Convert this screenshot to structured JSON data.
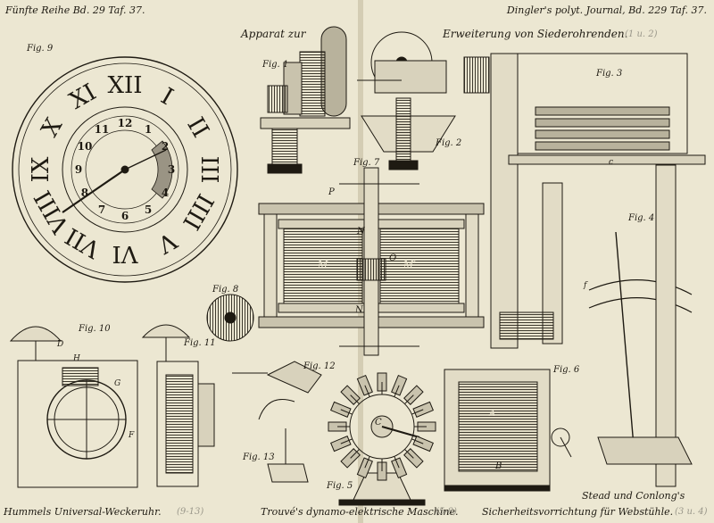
{
  "header": {
    "left": "Fünfte Reihe Bd. 29 Taf. 37.",
    "right": "Dingler's polyt. Journal, Bd. 229 Taf. 37."
  },
  "title": {
    "part1": "Apparat zur",
    "part2": "Erweiterung von Siederohrenden.",
    "pencil": "(1 u. 2)"
  },
  "figures": {
    "fig1": "Fig. 1",
    "fig2": "Fig. 2",
    "fig3": "Fig. 3",
    "fig4": "Fig. 4",
    "fig5": "Fig. 5",
    "fig6": "Fig. 6",
    "fig7": "Fig. 7",
    "fig8": "Fig. 8",
    "fig9": "Fig. 9",
    "fig10": "Fig. 10",
    "fig11": "Fig. 11",
    "fig12": "Fig. 12",
    "fig13": "Fig. 13"
  },
  "dial": {
    "roman": [
      "XII",
      "I",
      "II",
      "III",
      "IIII",
      "V",
      "VI",
      "VII",
      "VIII",
      "IX",
      "X",
      "XI"
    ],
    "inner": [
      "1",
      "2",
      "3",
      "4",
      "5",
      "6",
      "7",
      "8",
      "9",
      "10",
      "11",
      "12"
    ]
  },
  "labels": {
    "M": "M",
    "M2": "M'",
    "N": "N",
    "N2": "N'",
    "P": "P",
    "O": "O",
    "A": "A",
    "B": "B",
    "C": "C",
    "D": "D",
    "F": "F",
    "G": "G",
    "H": "H",
    "c": "c",
    "f": "f"
  },
  "captions": {
    "left": "Hummels Universal-Weckeruhr.",
    "left_pencil": "(9-13)",
    "middle": "Trouvé's dynamo-elektrische Maschine.",
    "middle_pencil": "(5-8)",
    "right_top": "Stead und Conlong's",
    "right": "Sicherheitsvorrichtung für Webstühle.",
    "right_pencil": "(3 u. 4)"
  }
}
